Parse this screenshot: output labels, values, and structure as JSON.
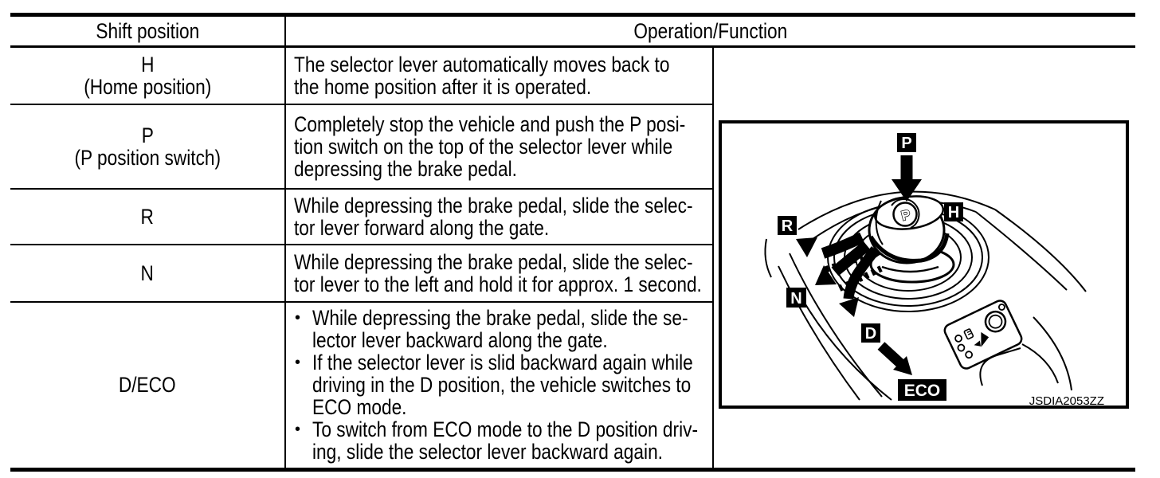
{
  "page": {
    "background": "#ffffff",
    "ink": "#000000"
  },
  "table": {
    "bullet_glyph": "•",
    "header": {
      "shift_position": "Shift position",
      "operation_function": "Operation/Function"
    },
    "rows": [
      {
        "position": "H\n(Home position)",
        "operation": "The selector lever automatically moves back to\nthe home position after it is operated."
      },
      {
        "position": "P\n(P position switch)",
        "operation": "Completely stop the vehicle and push the P posi-\ntion switch on the top of the selector lever while\ndepressing the brake pedal."
      },
      {
        "position": "R",
        "operation": "While depressing the brake pedal, slide the selec-\ntor lever forward along the gate."
      },
      {
        "position": "N",
        "operation": "While depressing the brake pedal, slide the selec-\ntor lever to the left and hold it for approx. 1 second."
      },
      {
        "position": "D/ECO",
        "operation_bullets": [
          "While depressing the brake pedal, slide the se-\nlector lever backward along the gate.",
          "If the selector lever is slid backward again while\ndriving in the D position, the vehicle switches to\nECO mode.",
          "To switch from ECO mode to the D position driv-\ning, slide the selector lever backward again."
        ]
      }
    ]
  },
  "diagram": {
    "figure_id": "JSDIA2053ZZ",
    "labels": {
      "p": "P",
      "h": "H",
      "r": "R",
      "n": "N",
      "d": "D",
      "eco": "ECO"
    },
    "knob_button_label": "P"
  }
}
